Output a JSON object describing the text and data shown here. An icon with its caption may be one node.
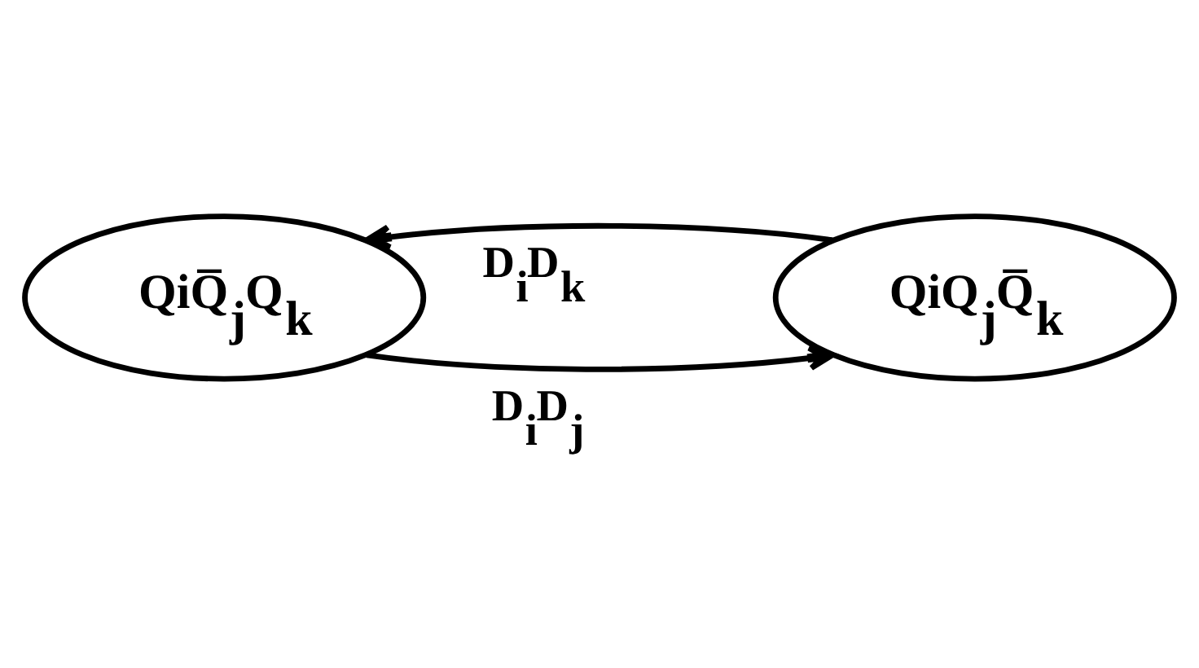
{
  "diagram": {
    "nodes": [
      {
        "text": [
          "QiQ̅$_{j}$Q$_{k}$"
        ]
      },
      {
        "text": [
          "QiQ$_{j}$Q̅$_{k}$"
        ]
      }
    ],
    "edges": [
      {
        "from": 1,
        "to": 0,
        "arrow": "to",
        "label": "D$_{i}$D$_{k}$"
      },
      {
        "from": 0,
        "to": 1,
        "arrow": "to",
        "label": "D$_{i}$D$_{j}$"
      }
    ]
  }
}
